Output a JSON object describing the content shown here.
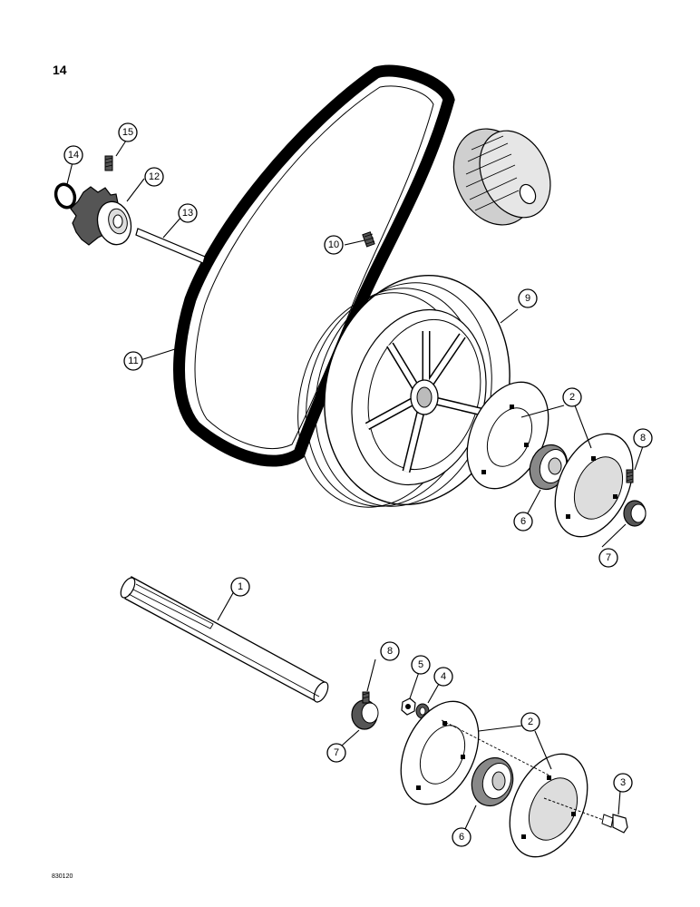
{
  "page_number": "14",
  "drawing_code": "830120",
  "callouts": [
    {
      "id": "c1",
      "label": "1"
    },
    {
      "id": "c2a",
      "label": "2"
    },
    {
      "id": "c2b",
      "label": "2"
    },
    {
      "id": "c3",
      "label": "3"
    },
    {
      "id": "c4",
      "label": "4"
    },
    {
      "id": "c5",
      "label": "5"
    },
    {
      "id": "c6a",
      "label": "6"
    },
    {
      "id": "c6b",
      "label": "6"
    },
    {
      "id": "c7a",
      "label": "7"
    },
    {
      "id": "c7b",
      "label": "7"
    },
    {
      "id": "c8a",
      "label": "8"
    },
    {
      "id": "c8b",
      "label": "8"
    },
    {
      "id": "c9",
      "label": "9"
    },
    {
      "id": "c10",
      "label": "10"
    },
    {
      "id": "c11",
      "label": "11"
    },
    {
      "id": "c12",
      "label": "12"
    },
    {
      "id": "c13",
      "label": "13"
    },
    {
      "id": "c14",
      "label": "14"
    },
    {
      "id": "c15",
      "label": "15"
    }
  ],
  "colors": {
    "ink": "#000000",
    "paper": "#ffffff",
    "shade": "#9a9a9a"
  }
}
